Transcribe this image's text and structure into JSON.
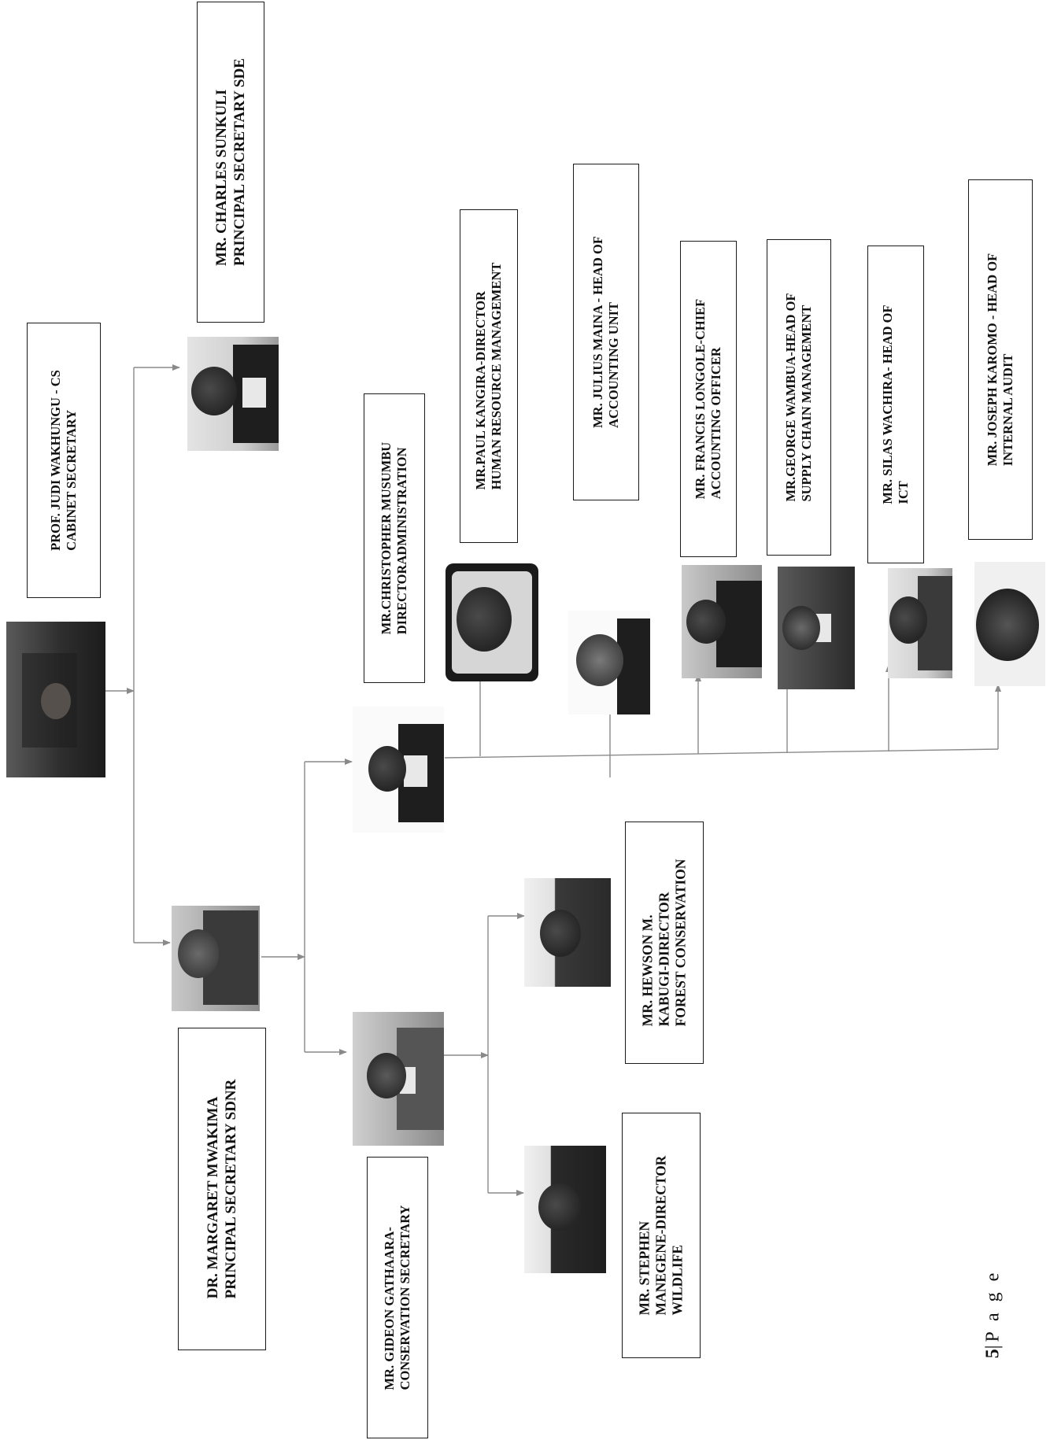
{
  "nodes": [
    {
      "id": "cs",
      "lines": [
        "PROF. JUDI WAKHUNGU  -  CS",
        "CABINET SECRETARY"
      ]
    },
    {
      "id": "ps_sde",
      "lines": [
        "MR. CHARLES SUNKULI",
        "PRINCIPAL SECRETARY SDE"
      ]
    },
    {
      "id": "ps_sdnr",
      "lines": [
        "DR. MARGARET MWAKIMA",
        "PRINCIPAL SECRETARY SDNR"
      ]
    },
    {
      "id": "admin",
      "lines": [
        "MR.CHRISTOPHER  MUSUMBU",
        "DIRECTORADMINISTRATION"
      ]
    },
    {
      "id": "hr",
      "lines": [
        "MR.PAUL KANGIRA-DIRECTOR",
        "HUMAN RESOURCE MANAGEMENT"
      ]
    },
    {
      "id": "accounting",
      "lines": [
        "MR. JULIUS MAINA  - HEAD OF",
        "ACCOUNTING UNIT"
      ]
    },
    {
      "id": "cao",
      "lines": [
        "MR. FRANCIS LONGOLE-CHIEF",
        "ACCOUNTING OFFICER"
      ]
    },
    {
      "id": "supply",
      "lines": [
        "MR.GEORGE WAMBUA-HEAD OF",
        "SUPPLY CHAIN MANAGEMENT"
      ]
    },
    {
      "id": "ict",
      "lines": [
        "MR. SILAS WACHIRA- HEAD OF",
        "ICT"
      ]
    },
    {
      "id": "audit",
      "lines": [
        "MR. JOSEPH  KAROMO - HEAD OF",
        "INTERNAL AUDIT"
      ]
    },
    {
      "id": "conservation",
      "lines": [
        "MR. GIDEON GATHAARA-",
        "CONSERVATION SECRETARY"
      ]
    },
    {
      "id": "forest",
      "lines": [
        "MR. HEWSON M.",
        "KABUGI-DIRECTOR",
        "FOREST CONSERVATION"
      ]
    },
    {
      "id": "wildlife",
      "lines": [
        "MR. STEPHEN",
        "MANEGENE-DIRECTOR",
        "WILDLIFE"
      ]
    }
  ],
  "footer": {
    "page_number": "5",
    "separator": "|",
    "page_word": "P a g e"
  },
  "colors": {
    "line": "#8a8a8a",
    "box_border": "#1a1a1a",
    "text": "#111111"
  }
}
